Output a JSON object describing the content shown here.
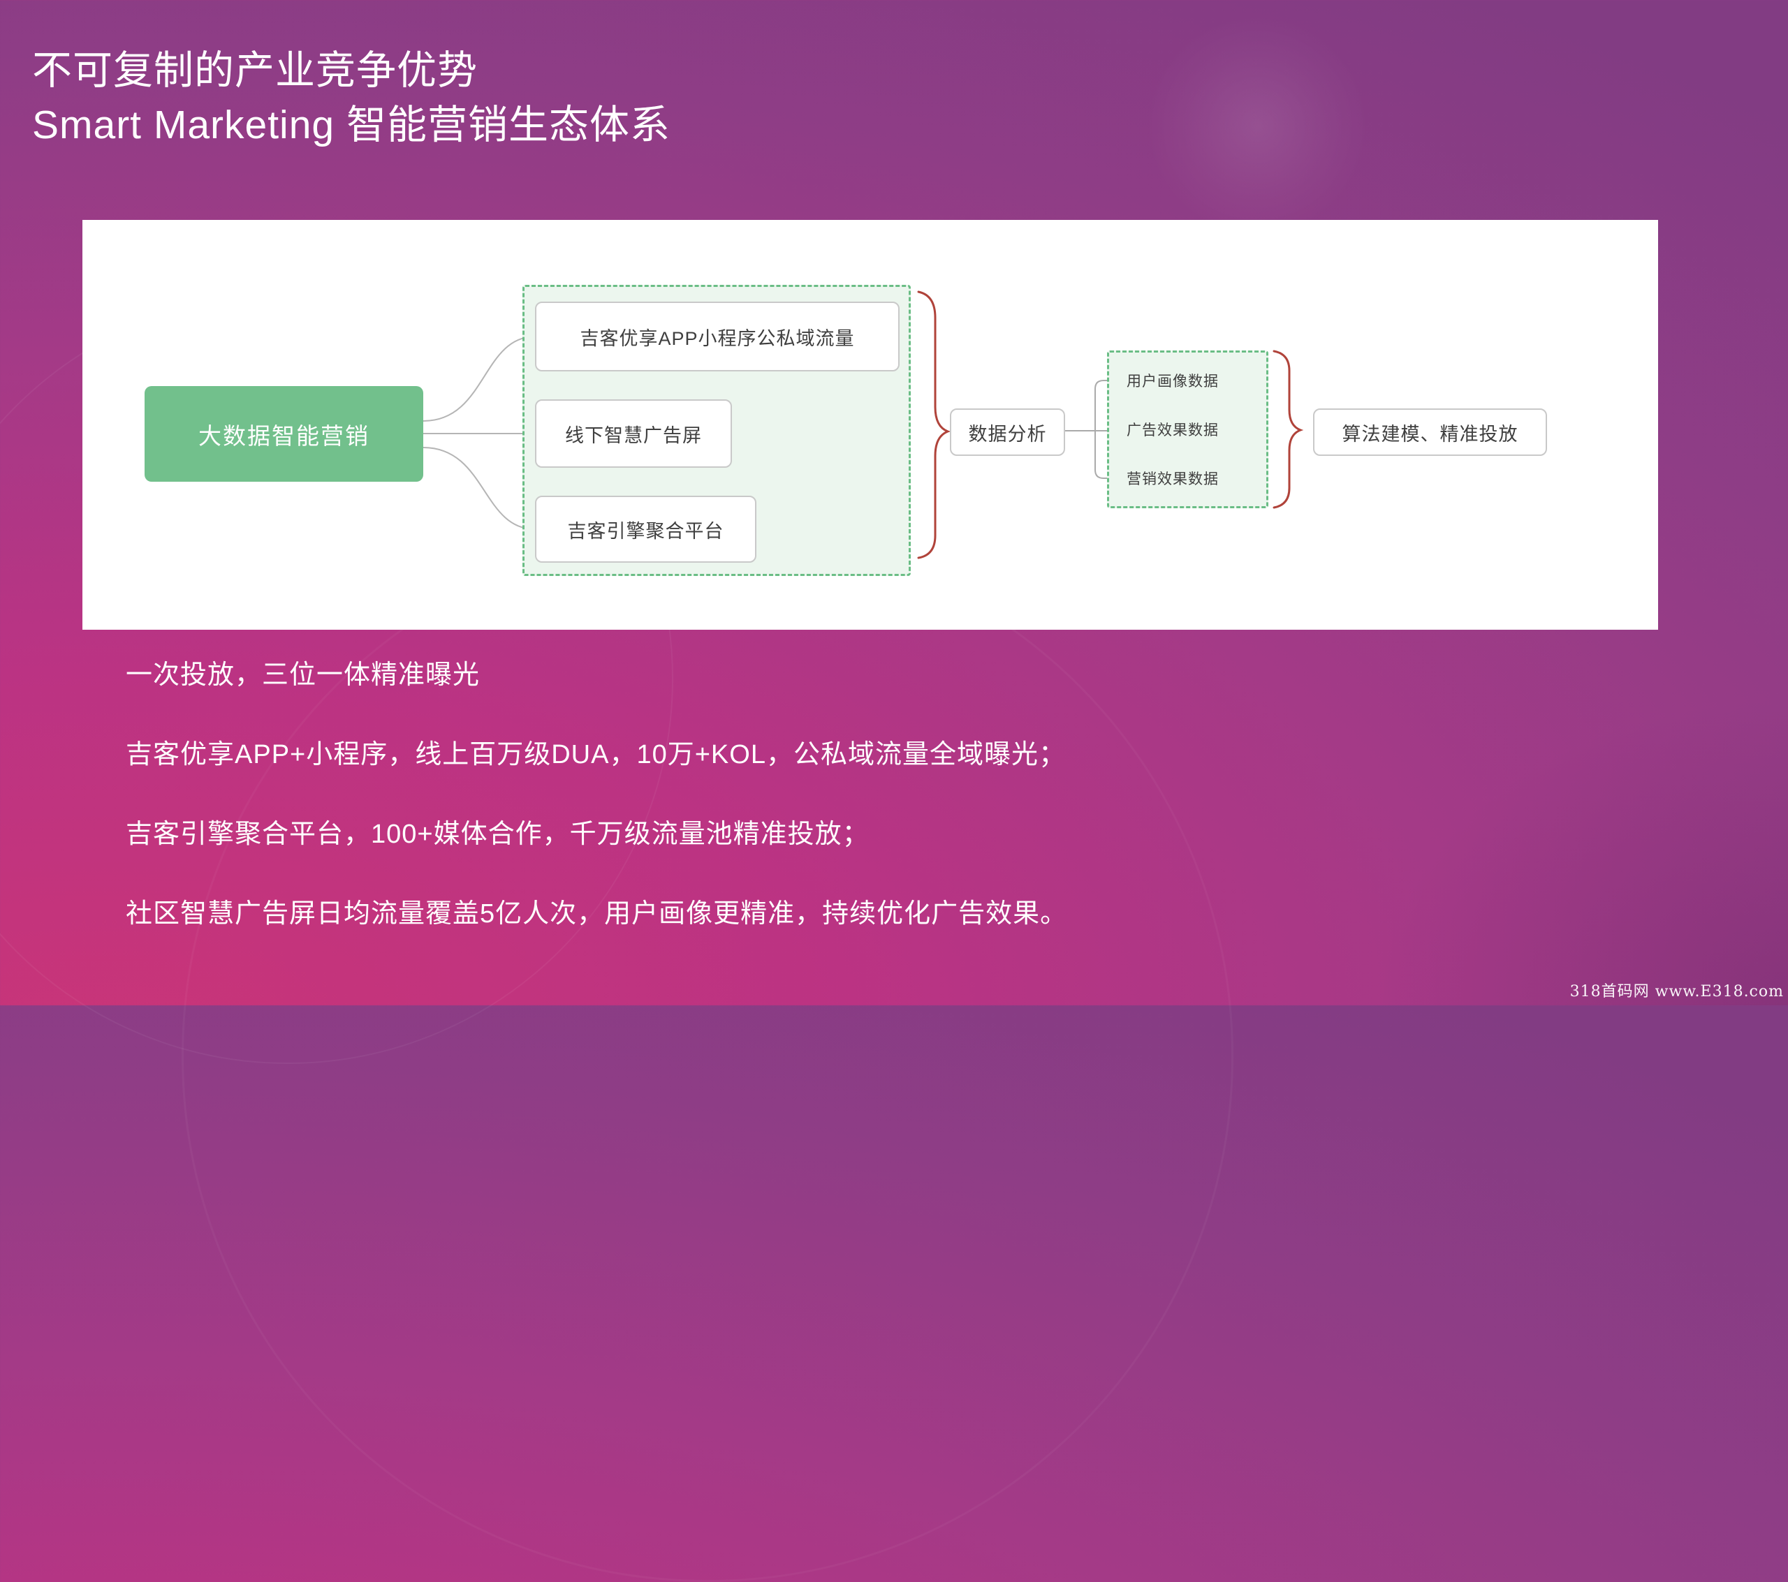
{
  "slide": {
    "title_line1": "不可复制的产业竞争优势",
    "title_line2": "Smart Marketing 智能营销生态体系"
  },
  "diagram": {
    "root_label": "大数据智能营销",
    "channels": [
      "吉客优享APP小程序公私域流量",
      "线下智慧广告屏",
      "吉客引擎聚合平台"
    ],
    "analysis_label": "数据分析",
    "data_items": [
      "用户画像数据",
      "广告效果数据",
      "营销效果数据"
    ],
    "outcome_label": "算法建模、精准投放"
  },
  "bullets": [
    "一次投放，三位一体精准曝光",
    "吉客优享APP+小程序，线上百万级DUA，10万+KOL，公私域流量全域曝光；",
    "吉客引擎聚合平台，100+媒体合作，千万级流量池精准投放；",
    "社区智慧广告屏日均流量覆盖5亿人次，用户画像更精准，持续优化广告效果。"
  ],
  "watermark": "318首码网 www.E318.com",
  "colors": {
    "root_node_green": "#72c08c",
    "dashed_border_green": "#6abd85",
    "dashed_fill_green": "#ecf6ee",
    "box_border_gray": "#c9c9c9",
    "connector_gray": "#b5b5b5",
    "brace_red": "#b0433a",
    "background_pink": "#c93578",
    "background_purple": "#823c83"
  }
}
